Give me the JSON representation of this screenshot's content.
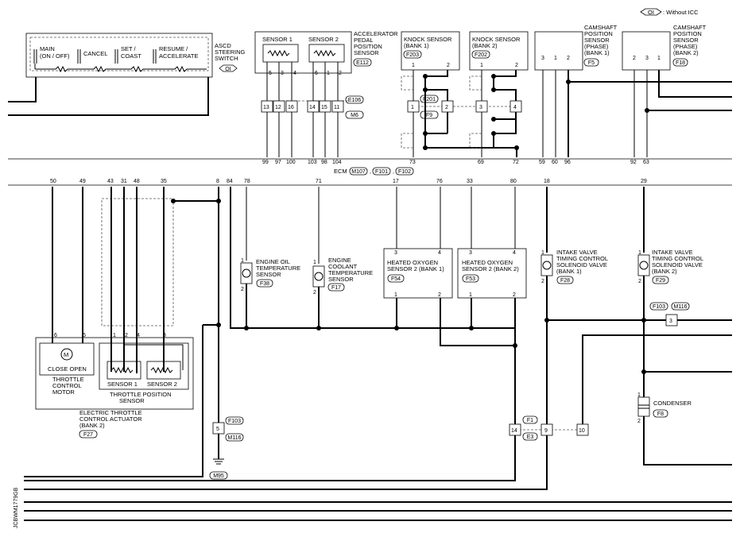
{
  "legend": {
    "code": "OI",
    "text": ": Without ICC"
  },
  "ecm": {
    "label": "ECM",
    "connectors": [
      "M107",
      "F101",
      "F102"
    ]
  },
  "asc": {
    "title": [
      "ASCD",
      "STEERING",
      "SWITCH"
    ],
    "code": "OI",
    "switches": [
      [
        "MAIN",
        "(ON / OFF)"
      ],
      [
        "CANCEL"
      ],
      [
        "SET /",
        "COAST"
      ],
      [
        "RESUME /",
        "ACCELERATE"
      ]
    ]
  },
  "app": {
    "title": [
      "ACCELERATOR",
      "PEDAL",
      "POSITION",
      "SENSOR"
    ],
    "conn": "E112",
    "s1": "SENSOR 1",
    "s2": "SENSOR 2",
    "pins": [
      "5",
      "3",
      "4",
      "6",
      "1",
      "2"
    ]
  },
  "inline_app": {
    "pins": [
      "13",
      "12",
      "16",
      "14",
      "15",
      "11"
    ],
    "conns": [
      "E106",
      "M6"
    ]
  },
  "knock1": {
    "title": [
      "KNOCK SENSOR",
      "(BANK 1)"
    ],
    "conn": "F203",
    "pins": [
      "1",
      "2"
    ]
  },
  "knock2": {
    "title": [
      "KNOCK SENSOR",
      "(BANK 2)"
    ],
    "conn": "F202",
    "pins": [
      "1",
      "2"
    ]
  },
  "knock_joint": {
    "pins": [
      "1",
      "2",
      "3",
      "4"
    ],
    "conns": [
      "F201",
      "F9"
    ]
  },
  "cam1": {
    "title": [
      "CAMSHAFT",
      "POSITION",
      "SENSOR",
      "(PHASE)",
      "(BANK 1)"
    ],
    "conn": "F5",
    "pins": [
      "3",
      "1",
      "2"
    ]
  },
  "cam2": {
    "title": [
      "CAMSHAFT",
      "POSITION",
      "SENSOR",
      "(PHASE)",
      "(BANK 2)"
    ],
    "conn": "F18",
    "pins": [
      "2",
      "3",
      "1"
    ]
  },
  "ecm_top_pins": [
    "99",
    "97",
    "100",
    "103",
    "98",
    "104",
    "73",
    "69",
    "72",
    "59",
    "60",
    "96",
    "92",
    "63"
  ],
  "ecm_bottom_pins": [
    "50",
    "49",
    "43",
    "31",
    "48",
    "35",
    "8",
    "84",
    "78",
    "71",
    "17",
    "76",
    "33",
    "80",
    "18",
    "29"
  ],
  "etc": {
    "motor_title": [
      "THROTTLE",
      "CONTROL",
      "MOTOR"
    ],
    "close_open": "CLOSE OPEN",
    "tps_title": [
      "THROTTLE POSITION",
      "SENSOR"
    ],
    "s1": "SENSOR 1",
    "s2": "SENSOR 2",
    "title": [
      "ELECTRIC THROTTLE",
      "CONTROL ACTUATOR",
      "(BANK 2)"
    ],
    "conn": "F27",
    "pins": [
      "6",
      "5",
      "1",
      "2",
      "4",
      "3"
    ]
  },
  "oil": {
    "title": [
      "ENGINE OIL",
      "TEMPERATURE",
      "SENSOR"
    ],
    "conn": "F38",
    "pins": [
      "1",
      "2"
    ]
  },
  "coolant": {
    "title": [
      "ENGINE",
      "COOLANT",
      "TEMPERATURE",
      "SENSOR"
    ],
    "conn": "F17",
    "pins": [
      "1",
      "2"
    ]
  },
  "ho2s1": {
    "title": [
      "HEATED OXYGEN",
      "SENSOR 2 (BANK 1)"
    ],
    "conn": "F54",
    "pins": [
      "3",
      "4",
      "1",
      "2"
    ]
  },
  "ho2s2": {
    "title": [
      "HEATED OXYGEN",
      "SENSOR 2 (BANK 2)"
    ],
    "conn": "F53",
    "pins": [
      "3",
      "4",
      "1",
      "2"
    ]
  },
  "ivt1": {
    "title": [
      "INTAKE VALVE",
      "TIMING CONTROL",
      "SOLENOID VALVE",
      "(BANK 1)"
    ],
    "conn": "F28",
    "pins": [
      "1",
      "2"
    ]
  },
  "ivt2": {
    "title": [
      "INTAKE VALVE",
      "TIMING CONTROL",
      "SOLENOID VALVE",
      "(BANK 2)"
    ],
    "conn": "F29",
    "pins": [
      "1",
      "2"
    ]
  },
  "condenser": {
    "title": "CONDENSER",
    "conn": "F8",
    "pins": [
      "1",
      "2"
    ]
  },
  "jc_right": {
    "pin": "3",
    "conns": [
      "F103",
      "M116"
    ]
  },
  "jc_left": {
    "pin": "5",
    "conns": [
      "F103",
      "M116"
    ],
    "ground": "M95"
  },
  "jc_bottom": {
    "pins": [
      "14",
      "9",
      "10"
    ],
    "conns": [
      "F1",
      "E3"
    ]
  },
  "side_code": "JCBWM1779GB"
}
